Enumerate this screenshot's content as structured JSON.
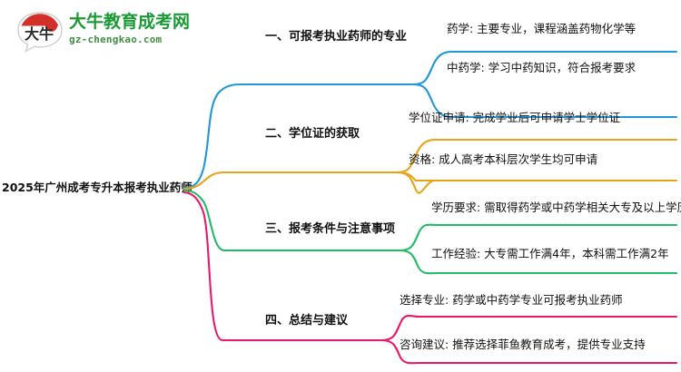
{
  "logo": {
    "mark_text": "大牛",
    "name": "大牛教育成考网",
    "url": "gz-chengkao.com",
    "brand_green": "#1a9a34",
    "brand_red": "#d4302a"
  },
  "mindmap": {
    "root": "2025年广州成考专升本报考执业药师",
    "branches": [
      {
        "label": "一、可报考执业药师的专业",
        "color": "#2196d8",
        "leaves": [
          "药学: 主要专业，课程涵盖药物化学等",
          "中药学: 学习中药知识，符合报考要求"
        ]
      },
      {
        "label": "二、学位证的获取",
        "color": "#e8a317",
        "leaves": [
          "学位证申请: 完成学业后可申请学士学位证",
          "资格: 成人高考本科层次学生均可申请"
        ]
      },
      {
        "label": "三、报考条件与注意事项",
        "color": "#22bb66",
        "leaves": [
          "学历要求: 需取得药学或中药学相关大专及以上学历",
          "工作经验: 大专需工作满4年，本科需工作满2年"
        ]
      },
      {
        "label": "四、总结与建议",
        "color": "#e8186c",
        "leaves": [
          "选择专业: 药学或中药学专业可报考执业药师",
          "咨询建议: 推荐选择菲鱼教育成考，提供专业支持"
        ]
      }
    ]
  }
}
